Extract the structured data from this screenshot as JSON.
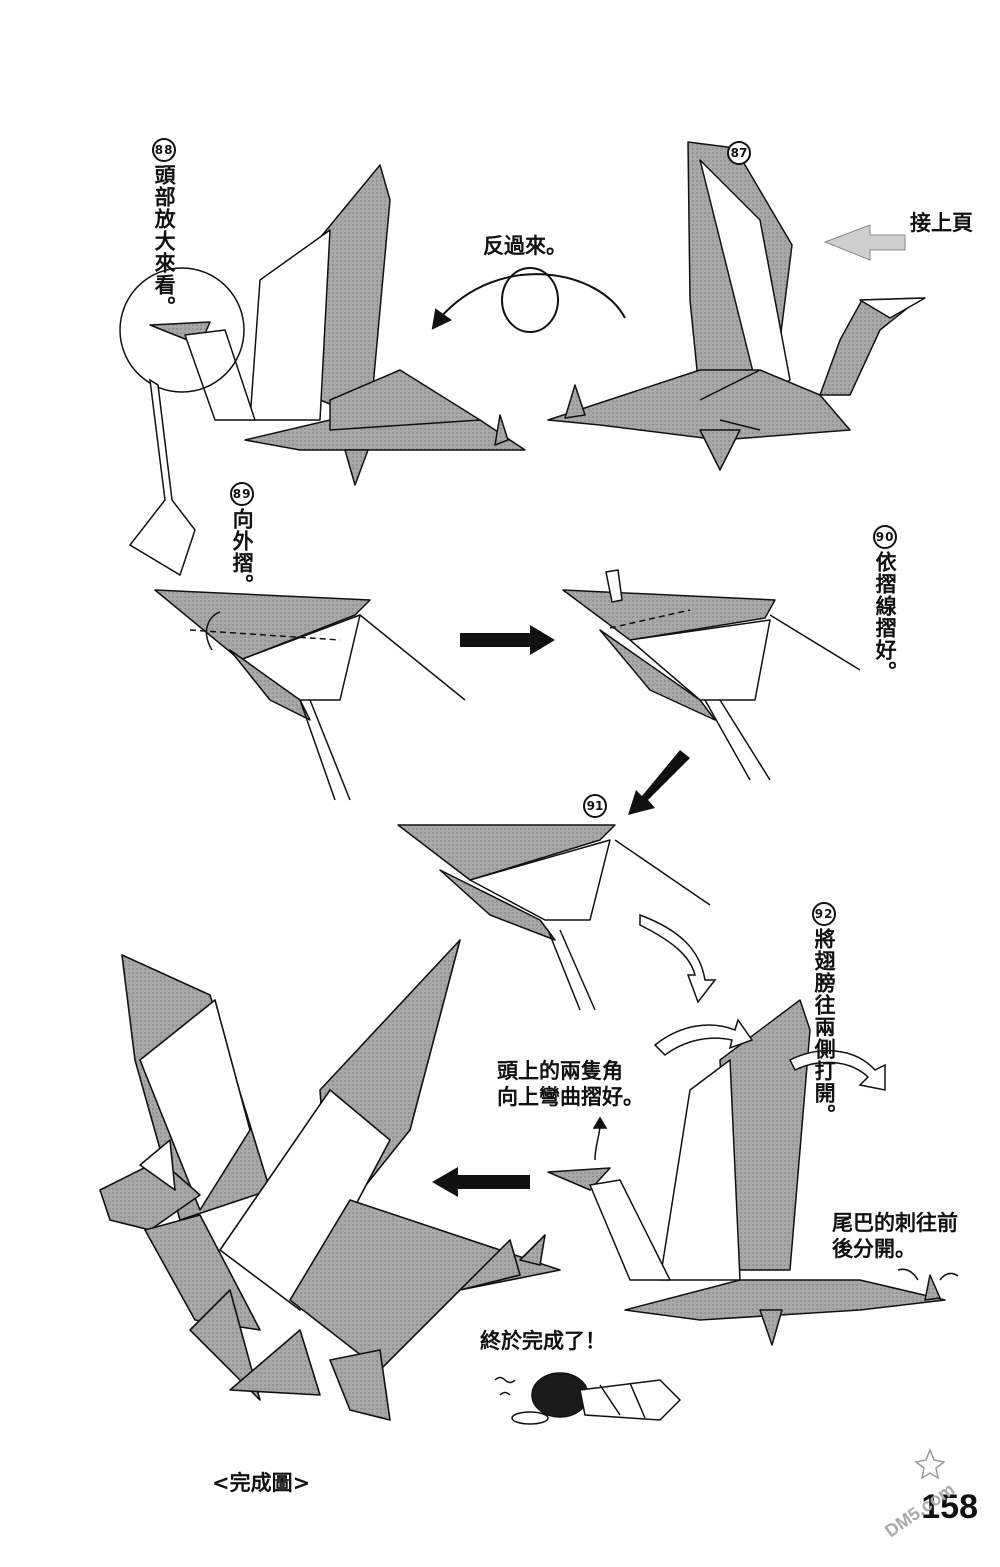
{
  "page_number": "158",
  "watermark_text": "DM5.com",
  "colors": {
    "paper_gray": "#9a9a9a",
    "paper_white": "#ffffff",
    "ink": "#111111",
    "arrow_gray": "#cfcfcf"
  },
  "icons": [
    "origami-dragon-illustration",
    "fold-arrow-icon",
    "flip-over-icon",
    "sleeping-person-illustration"
  ],
  "labels": {
    "continue_from_previous": "接上頁",
    "flip_over": "反過來。",
    "step88_text": "頭部放大來看。",
    "step89_text": "向外摺。",
    "step90_text": "依摺線摺好。",
    "step92_text": "將翅膀往兩側打開。",
    "horns_text_line1": "頭上的兩隻角",
    "horns_text_line2": "向上彎曲摺好。",
    "tail_text_line1": "尾巴的刺往前",
    "tail_text_line2": "後分開。",
    "finished_exclaim": "終於完成了！",
    "completed_caption": "<完成圖>"
  },
  "steps": [
    {
      "id": "87",
      "label": "87"
    },
    {
      "id": "88",
      "label": "88"
    },
    {
      "id": "89",
      "label": "89"
    },
    {
      "id": "90",
      "label": "90"
    },
    {
      "id": "91",
      "label": "91"
    },
    {
      "id": "92",
      "label": "92"
    }
  ]
}
